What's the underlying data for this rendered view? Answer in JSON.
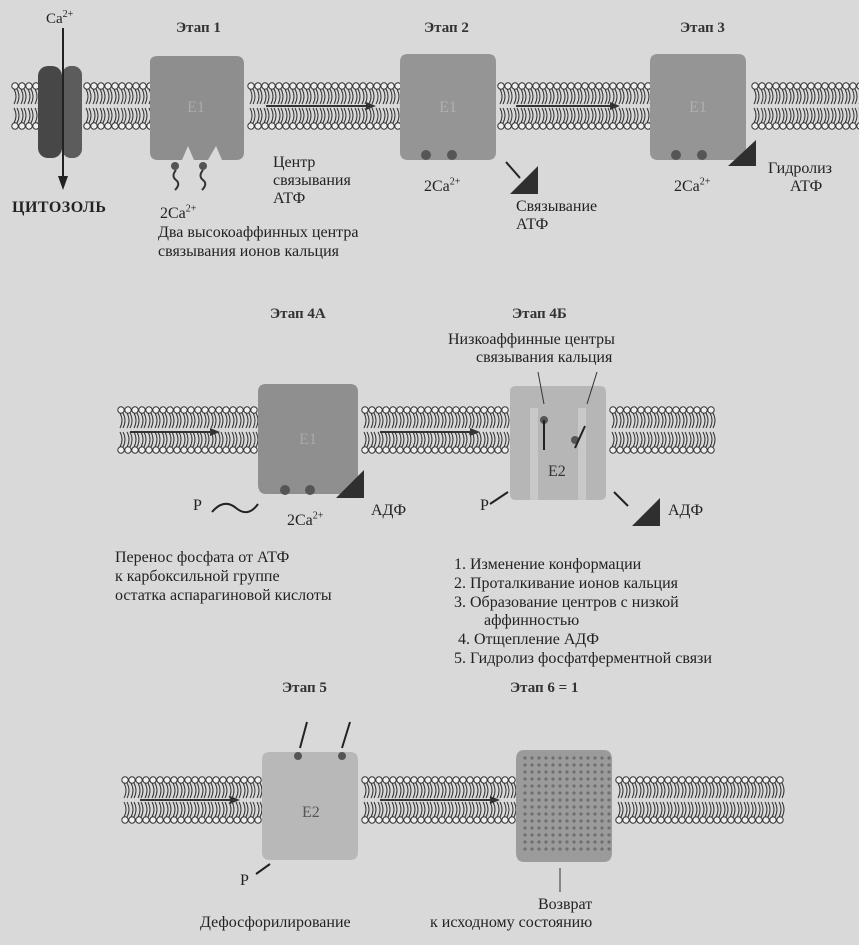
{
  "labels": {
    "ca_top": "Ca",
    "ca_top_sup": "2+",
    "cytosol": "ЦИТОЗОЛЬ",
    "stage1": "Этап 1",
    "stage2": "Этап 2",
    "stage3": "Этап 3",
    "stage4a": "Этап 4А",
    "stage4b": "Этап 4Б",
    "stage5": "Этап 5",
    "stage6": "Этап 6 = 1",
    "e1": "E1",
    "e2": "E2",
    "ca_2": "2Ca",
    "ca_2_sup": "2+",
    "atp_center_1": "Центр",
    "atp_center_2": "связывания",
    "atp_center_3": "АТФ",
    "atp_binding_1": "Связывание",
    "atp_binding_2": "АТФ",
    "atp_hydrolysis_1": "Гидролиз",
    "atp_hydrolysis_2": "АТФ",
    "high_affinity_1": "Два высокоаффинных центра",
    "high_affinity_2": "связывания ионов кальция",
    "low_affinity_1": "Низкоаффинные центры",
    "low_affinity_2": "связывания кальция",
    "p": "P",
    "adp": "АДФ",
    "phosphate_1": "Перенос фосфата от АТФ",
    "phosphate_2": "к карбоксильной группе",
    "phosphate_3": "остатка аспарагиновой кислоты",
    "step_list": [
      "1. Изменение конформации",
      "2. Проталкивание ионов кальция",
      "3. Образование центров с низкой",
      "аффинностью",
      "4. Отщепление АДФ",
      "5. Гидролиз фосфатферментной связи"
    ],
    "dephos": "Дефосфорилирование",
    "return_1": "Возврат",
    "return_2": "к исходному состоянию"
  },
  "colors": {
    "background": "#d9d9d9",
    "membrane_line": "#3a3a3a",
    "lipid_head": "#4a4a4a",
    "protein_dark": "#7a7a7a",
    "protein_light": "#a9a9a9",
    "channel": "#444444",
    "ion": "#555555"
  }
}
